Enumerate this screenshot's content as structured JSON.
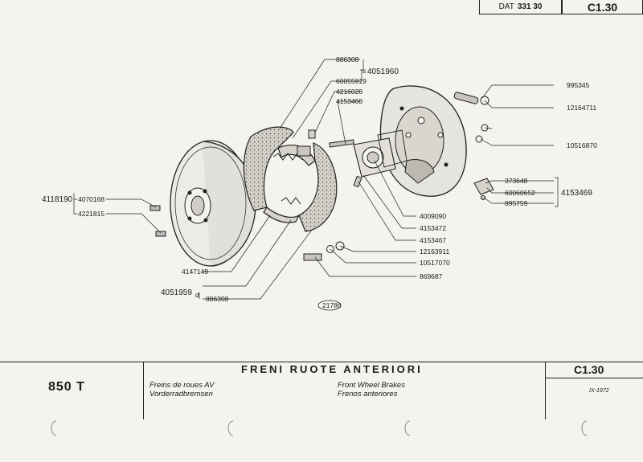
{
  "header": {
    "dat_label": "DAT",
    "dat_number": "331 30",
    "code": "C1.30"
  },
  "footer": {
    "model": "850 T",
    "title": "FRENI RUOTE ANTERIORI",
    "title_fr": "Freins de roues AV",
    "title_de": "Vorderradbremsen",
    "title_en": "Front Wheel Brakes",
    "title_es": "Frenos anteriores",
    "code": "C1.30",
    "date": "IX-1972"
  },
  "diagram": {
    "figure_number": "21786",
    "parts": {
      "p886308_top": "886308",
      "p4051960": "4051960",
      "p4051960_suffix": "s",
      "p60055919": "60055919",
      "p4216028": "4216028",
      "p4153468": "4153468",
      "p995345": "995345",
      "p12164711": "12164711",
      "p10516870": "10516870",
      "p373648": "373648",
      "p60060652": "60060652",
      "p895759": "895759",
      "p4153469": "4153469",
      "p4009090": "4009090",
      "p4153472": "4153472",
      "p4153467": "4153467",
      "p12163911": "12163911",
      "p10517070": "10517070",
      "p869687": "869687",
      "p4147149": "4147149",
      "p4051959": "4051959",
      "p4051959_suffix": "d",
      "p886308_bot": "886308",
      "p4118190": "4118190",
      "p4070168": "4070168",
      "p4221815": "4221815"
    }
  }
}
